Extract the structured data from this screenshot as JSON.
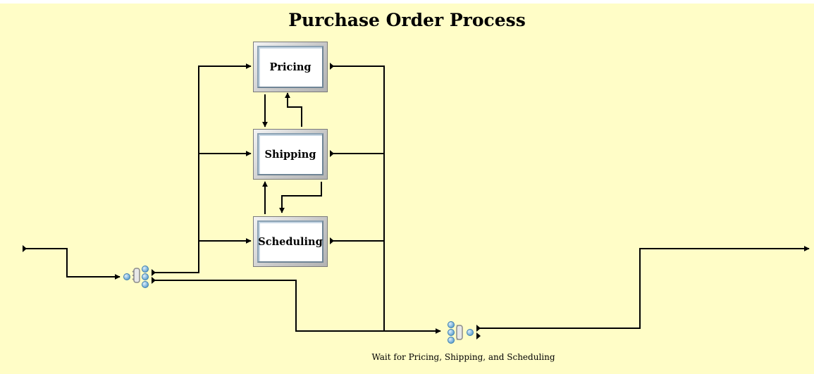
{
  "diagram": {
    "title": "Purchase Order Process",
    "background_color": "#fffdc7",
    "activities": [
      {
        "label": "Pricing"
      },
      {
        "label": "Shipping"
      },
      {
        "label": "Scheduling"
      }
    ],
    "join_caption": "Wait for Pricing, Shipping, and Scheduling",
    "connector_color": "#000000",
    "node_color": "#6aa8d8"
  }
}
